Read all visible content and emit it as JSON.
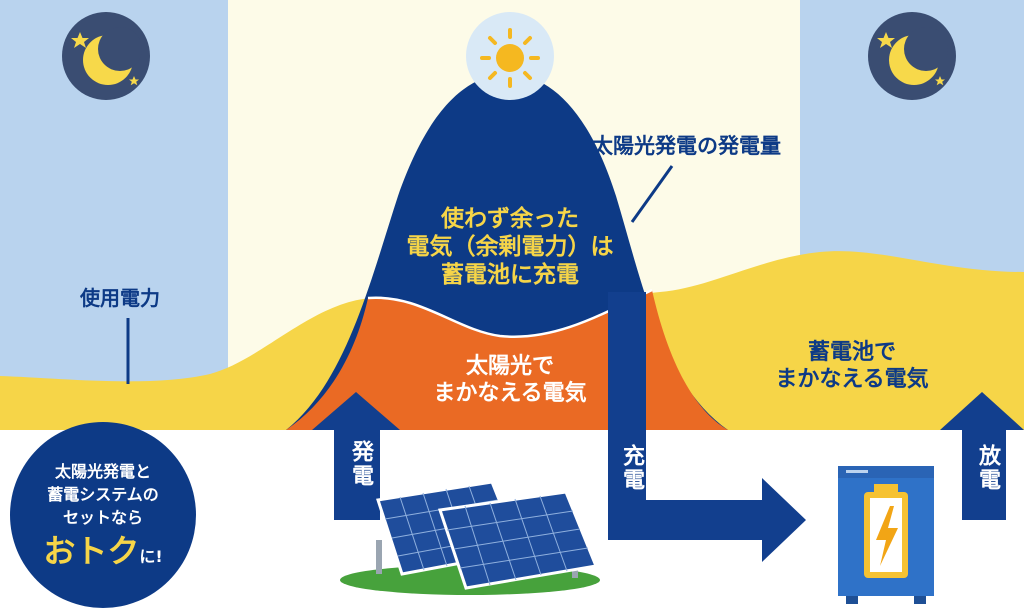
{
  "labels": {
    "generation_amount": "太陽光発電の発電量",
    "power_usage": "使用電力",
    "surplus": [
      "使わず余った",
      "電気（余剰電力）は",
      "蓄電池に充電"
    ],
    "solar_covered": [
      "太陽光で",
      "まかなえる電気"
    ],
    "battery_covered": [
      "蓄電池で",
      "まかなえる電気"
    ],
    "arrow_generate": "発電",
    "arrow_charge": "充電",
    "arrow_discharge": "放電"
  },
  "badge": {
    "line1": "太陽光発電と",
    "line2": "蓄電システムの",
    "line3": "セットなら",
    "emphasis": "おトク",
    "suffix": "に!"
  },
  "icons": {
    "left_night": "moon-stars-icon",
    "center_day": "sun-icon",
    "right_night": "moon-stars-icon",
    "battery": "battery-lightning-icon",
    "solar_panels": "solar-panel-icon"
  },
  "colors": {
    "night_sky": "#b9d3ee",
    "day_sky": "#fdfbe8",
    "usage_yellow": "#f6d548",
    "solar_orange": "#ea6a24",
    "generation_navy": "#0d3a86",
    "arrow_navy": "#123f8e",
    "label_yellow": "#f6d548"
  }
}
